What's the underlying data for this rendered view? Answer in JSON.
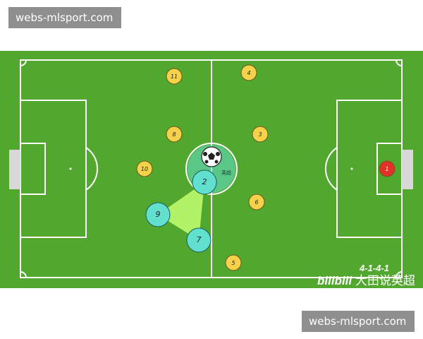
{
  "watermarks": {
    "top": "webs-mlsport.com",
    "bottom": "webs-mlsport.com"
  },
  "formation": "4-1-4-1",
  "brand": {
    "logo": "bilibili",
    "name": "大田说英超"
  },
  "colors": {
    "grass": "#52a82f",
    "lines": "#ffffff",
    "goal": "#d8d8d8",
    "player_yellow": "#f5d24a",
    "player_red": "#e03228",
    "player_teal": "#62e0cf",
    "triangle": "#b6f56a"
  },
  "players": [
    {
      "number": "1",
      "team": "red"
    },
    {
      "number": "3",
      "team": "yellow"
    },
    {
      "number": "4",
      "team": "yellow"
    },
    {
      "number": "5",
      "team": "yellow"
    },
    {
      "number": "6",
      "team": "yellow"
    },
    {
      "number": "8",
      "team": "yellow"
    },
    {
      "number": "10",
      "team": "yellow"
    },
    {
      "number": "11",
      "team": "yellow"
    },
    {
      "number": "2",
      "team": "teal"
    },
    {
      "number": "7",
      "team": "teal"
    },
    {
      "number": "9",
      "team": "teal"
    }
  ],
  "ball_label": "英超"
}
